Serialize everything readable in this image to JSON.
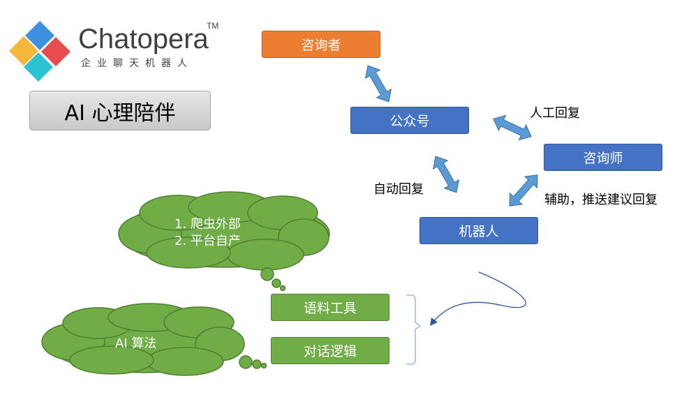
{
  "logo": {
    "name": "Chatopera",
    "tm": "TM",
    "subtitle": "企业聊天机器人"
  },
  "title": "AI 心理陪伴",
  "nodes": {
    "consultant_client": "咨询者",
    "official_account": "公众号",
    "counselor": "咨询师",
    "robot": "机器人",
    "corpus_tool": "语料工具",
    "dialog_logic": "对话逻辑"
  },
  "edge_labels": {
    "manual_reply": "人工回复",
    "auto_reply": "自动回复",
    "assist_reply": "辅助，推送建议回复"
  },
  "clouds": {
    "data_source": {
      "items": [
        "1.  爬虫外部",
        "2.  平台自产"
      ]
    },
    "ai": {
      "label": "AI 算法"
    }
  },
  "colors": {
    "blue": "#4472c4",
    "orange": "#ed7d31",
    "green": "#70ad47",
    "arrow": "#5b9bd5"
  }
}
